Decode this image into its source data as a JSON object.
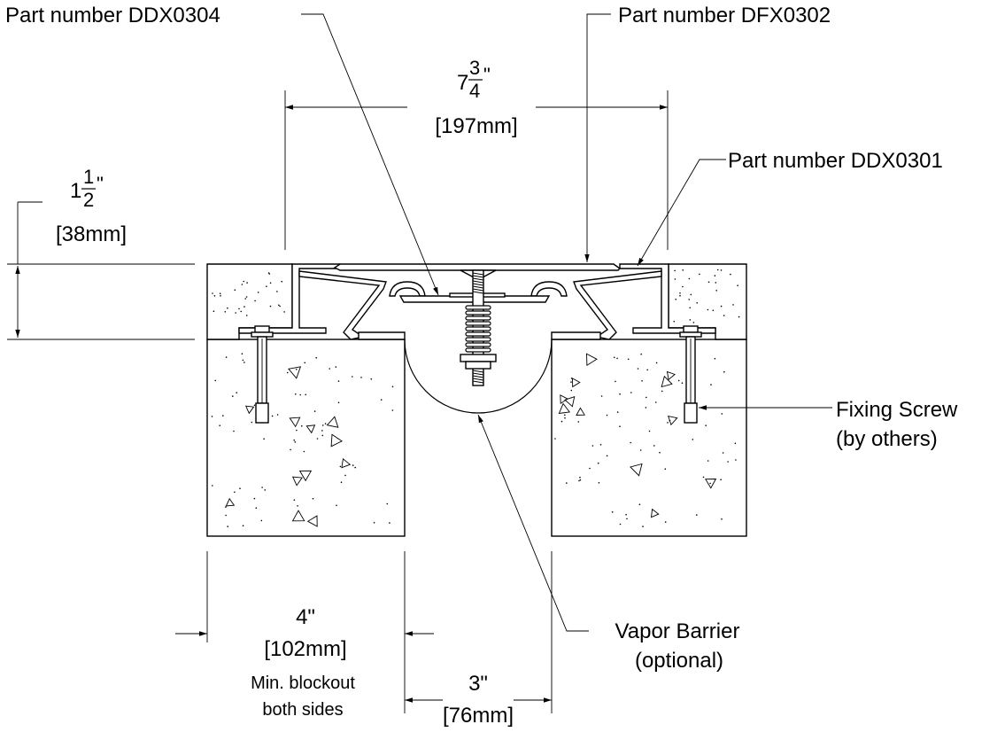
{
  "callouts": {
    "ddx0304": "Part number DDX0304",
    "dfx0302": "Part number DFX0302",
    "ddx0301": "Part number DDX0301",
    "fixing_screw_line1": "Fixing Screw",
    "fixing_screw_line2": "(by others)",
    "vapor_barrier_line1": "Vapor Barrier",
    "vapor_barrier_line2": "(optional)"
  },
  "dimensions": {
    "width_whole": "7",
    "width_num": "3",
    "width_den": "4",
    "width_unit": "\"",
    "width_metric": "[197mm]",
    "height_whole": "1",
    "height_num": "1",
    "height_den": "2",
    "height_unit": "\"",
    "height_metric": "[38mm]",
    "blockout": "4\"",
    "blockout_metric": "[102mm]",
    "blockout_note_line1": "Min. blockout",
    "blockout_note_line2": "both sides",
    "gap": "3\"",
    "gap_metric": "[76mm]"
  },
  "colors": {
    "line": "#000000",
    "background": "#ffffff"
  }
}
